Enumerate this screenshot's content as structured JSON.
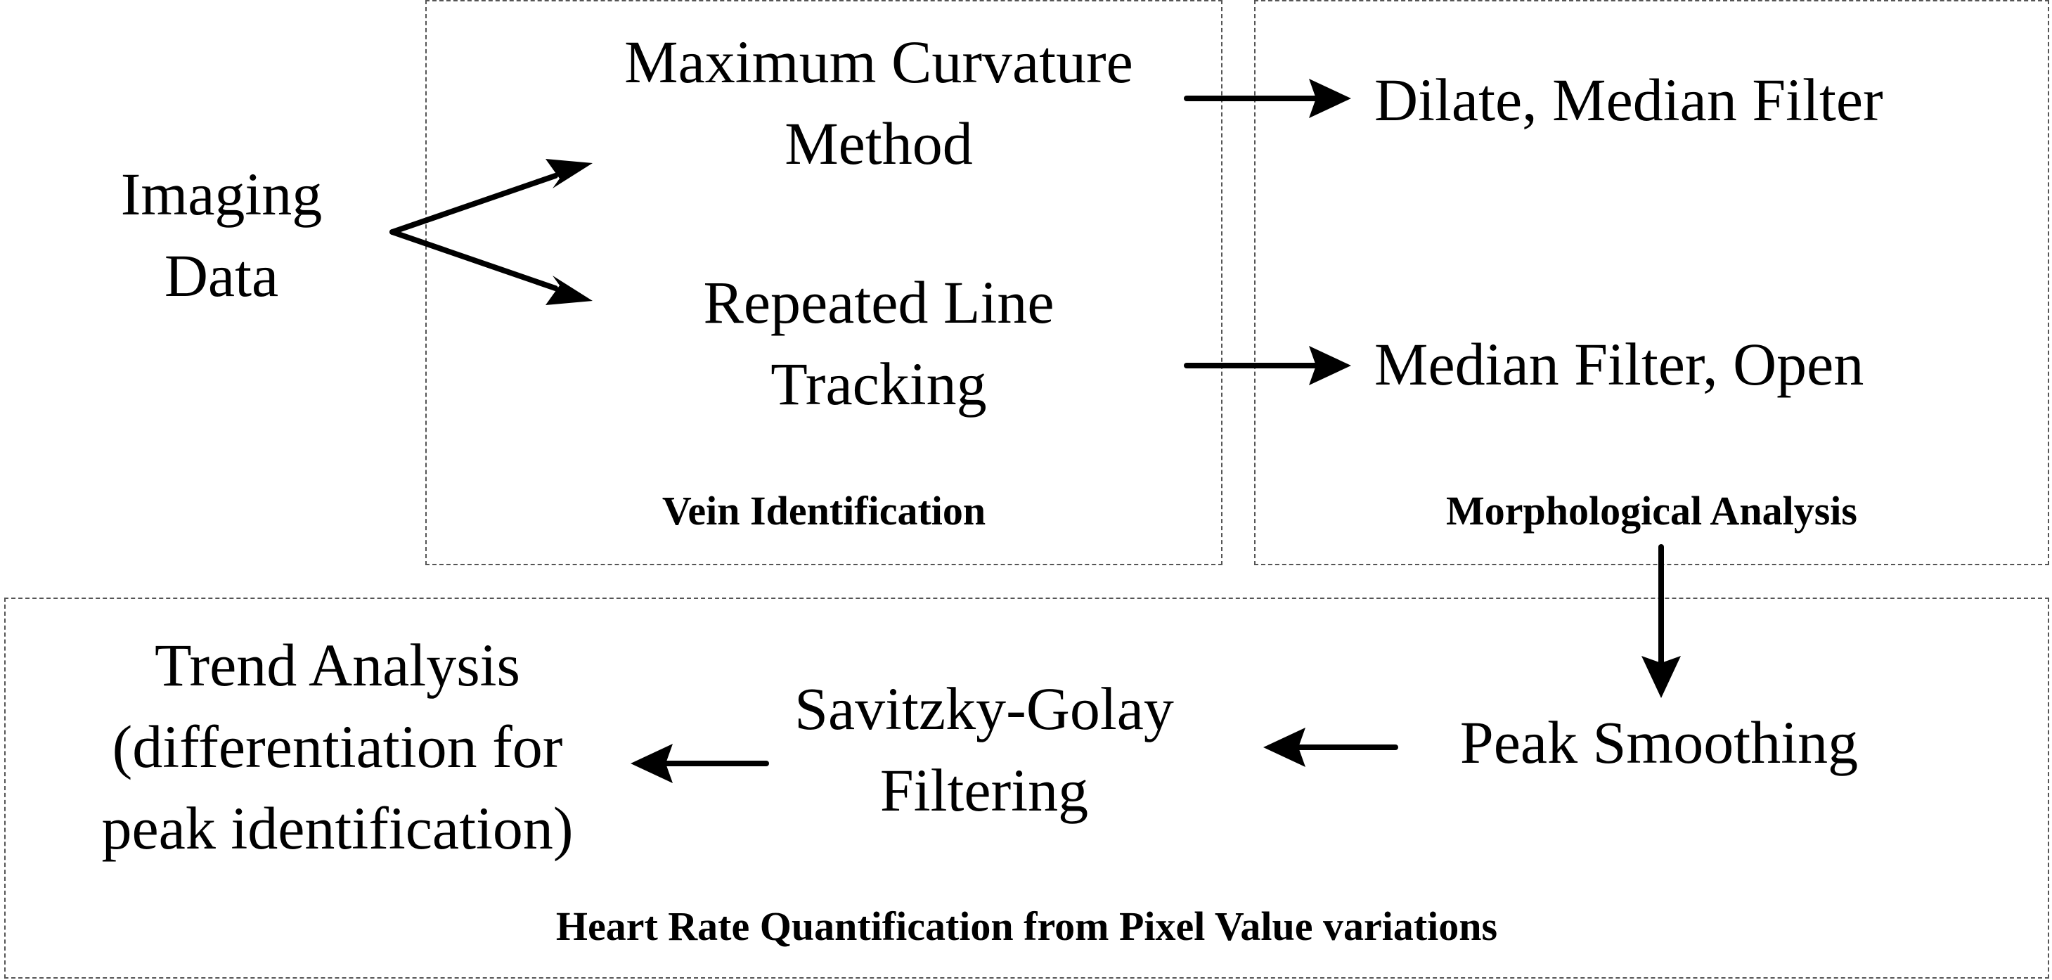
{
  "nodes": {
    "imaging_data": [
      "Imaging",
      "Data"
    ],
    "maximum_curvature": [
      "Maximum Curvature",
      "Method"
    ],
    "repeated_line_tracking": [
      "Repeated Line",
      "Tracking"
    ],
    "dilate_median": [
      "Dilate, Median Filter"
    ],
    "median_open": [
      "Median Filter, Open"
    ],
    "peak_smoothing": [
      "Peak Smoothing"
    ],
    "savitzky_golay": [
      "Savitzky-Golay",
      "Filtering"
    ],
    "trend_analysis": [
      "Trend Analysis",
      "(differentiation for",
      "peak identification)"
    ]
  },
  "groups": {
    "vein_identification": "Vein Identification",
    "morphological_analysis": "Morphological Analysis",
    "heart_rate": "Heart Rate Quantification from Pixel Value variations"
  },
  "colors": {
    "stroke": "#000000",
    "dashed_border": "#555555"
  }
}
